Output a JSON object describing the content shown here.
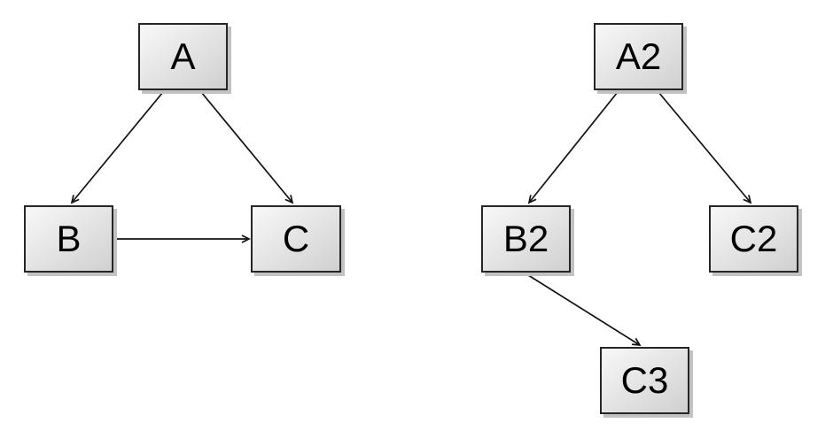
{
  "diagram": {
    "background_color": "#ffffff",
    "node_style": {
      "fill_light": "#f8f8f8",
      "fill_dark": "#d0d0d0",
      "border_color": "#262626",
      "shadow_color": "#c2c2c2",
      "text_color": "#000000"
    },
    "arrow_color": "#111111",
    "graphs": [
      {
        "name": "left-graph",
        "nodes": [
          {
            "id": "A",
            "label": "A"
          },
          {
            "id": "B",
            "label": "B"
          },
          {
            "id": "C",
            "label": "C"
          }
        ],
        "edges": [
          {
            "from": "A",
            "to": "B"
          },
          {
            "from": "A",
            "to": "C"
          },
          {
            "from": "B",
            "to": "C"
          }
        ]
      },
      {
        "name": "right-graph",
        "nodes": [
          {
            "id": "A2",
            "label": "A2"
          },
          {
            "id": "B2",
            "label": "B2"
          },
          {
            "id": "C2",
            "label": "C2"
          },
          {
            "id": "C3",
            "label": "C3"
          }
        ],
        "edges": [
          {
            "from": "A2",
            "to": "B2"
          },
          {
            "from": "A2",
            "to": "C2"
          },
          {
            "from": "B2",
            "to": "C3"
          }
        ]
      }
    ]
  }
}
